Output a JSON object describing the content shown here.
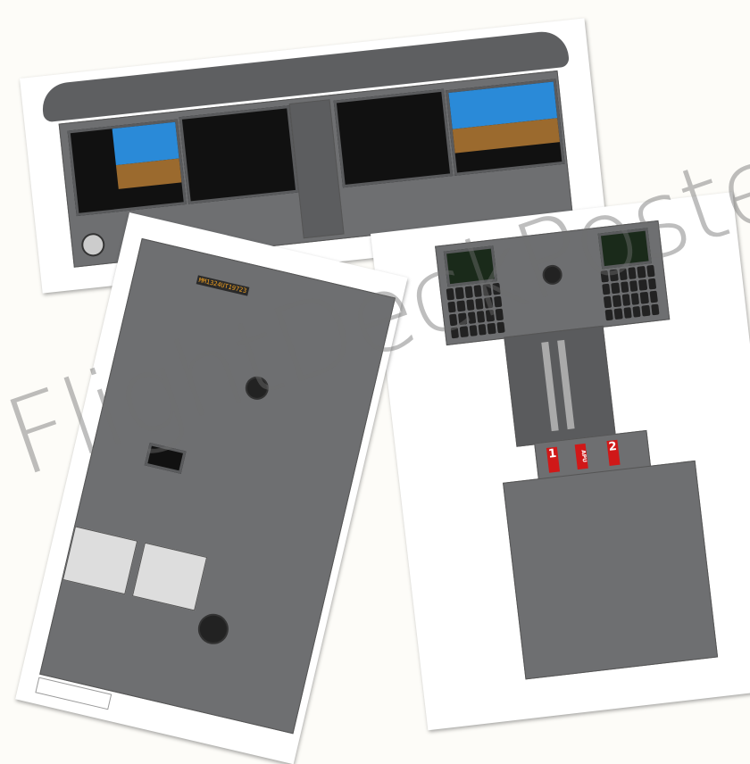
{
  "watermark": {
    "text": "FlightDeckPoster.nl"
  },
  "posters": [
    {
      "name": "main-instrument-panel"
    },
    {
      "name": "overhead-panel"
    },
    {
      "name": "pedestal-panel"
    }
  ],
  "pedestal": {
    "fire_handles": [
      "1",
      "APU",
      "2"
    ]
  },
  "overhead": {
    "clock_readout": "MM1324UT19723"
  },
  "colors": {
    "panel_gray": "#6e6f71",
    "display_black": "#111111",
    "sky_blue": "#2a8ad8",
    "ground_brown": "#9b6a2e",
    "amber": "#f0a020",
    "fire_red": "#d01818"
  }
}
